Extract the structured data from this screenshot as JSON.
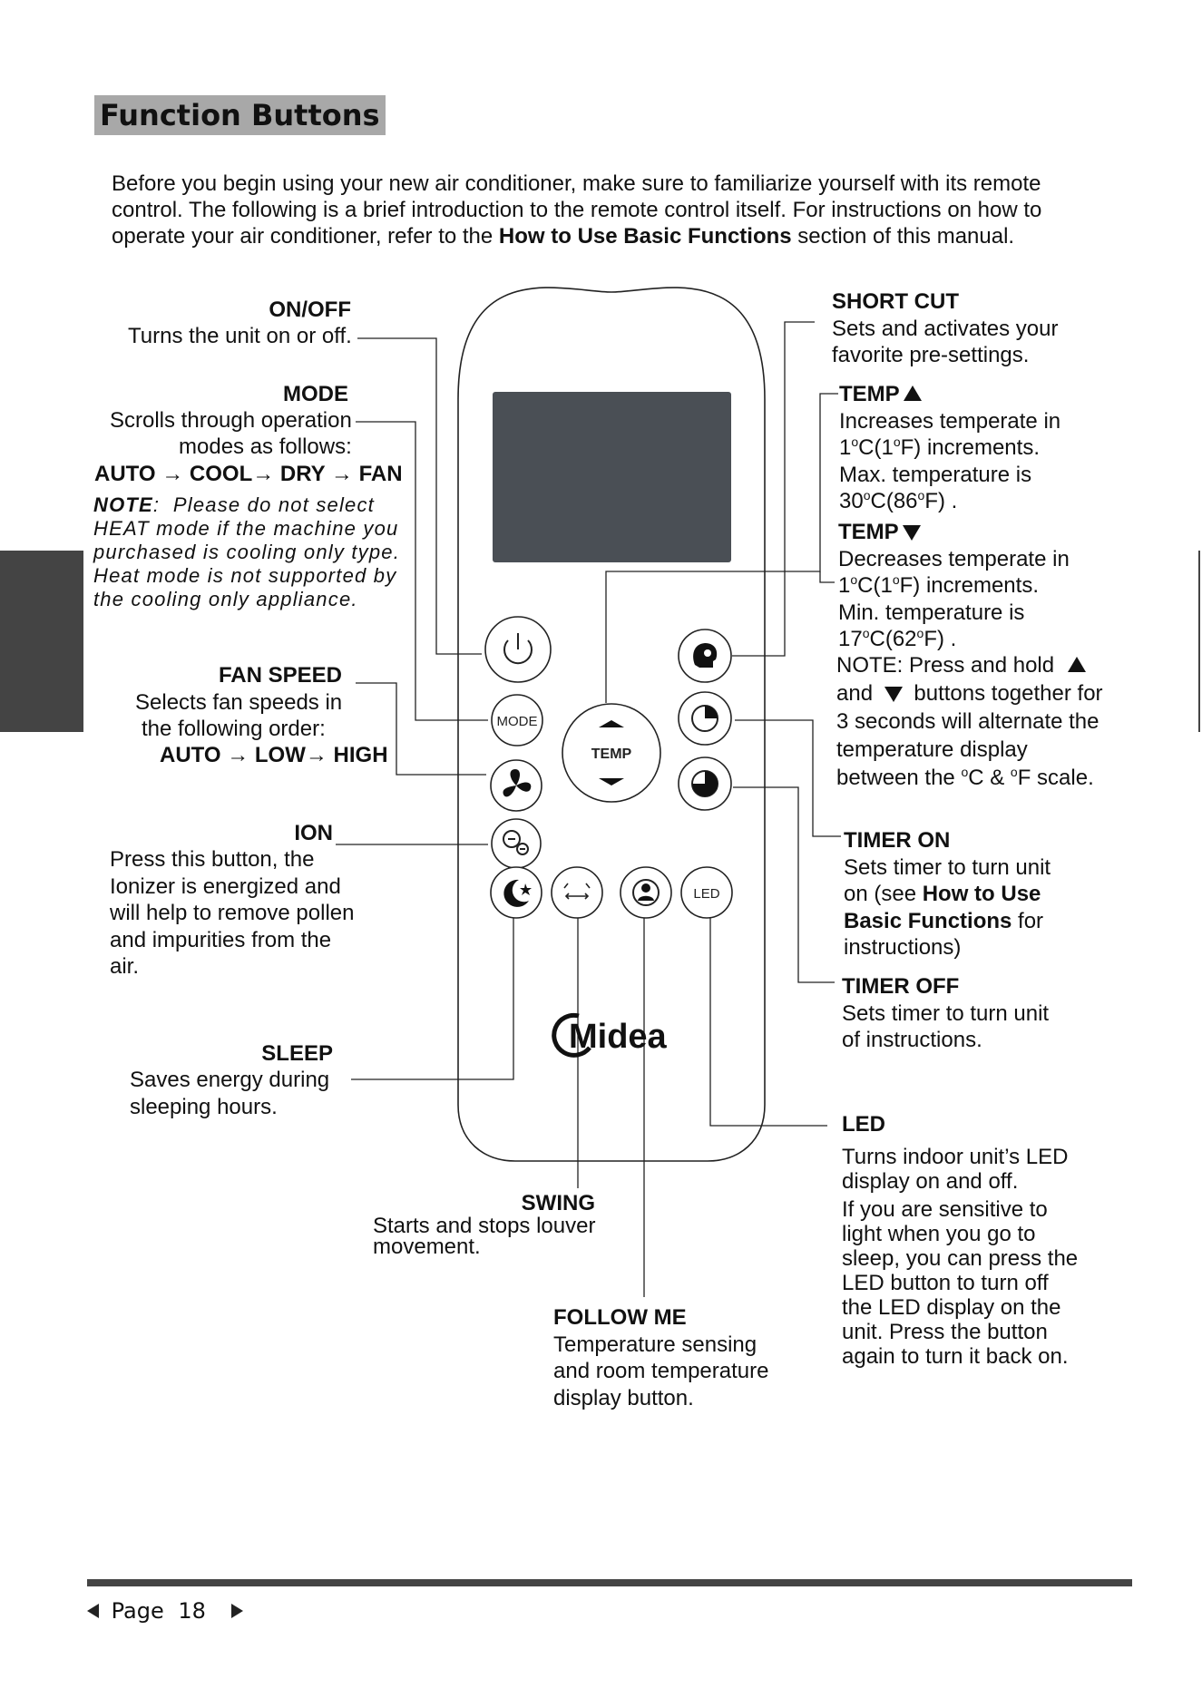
{
  "title": "Function Buttons",
  "intro": {
    "part1": "Before you begin using your new air conditioner, make sure to familiarize yourself with its remote control. The following is a brief introduction to the remote control itself. For instructions on how to operate your air conditioner, refer to the ",
    "bold": "How to Use Basic Functions",
    "part2": "  section of this manual."
  },
  "onoff": {
    "heading": "ON/OFF",
    "desc": "Turns the unit on or off."
  },
  "mode": {
    "heading": "MODE",
    "line1": "Scrolls through operation",
    "line2": "modes as follows:",
    "sequence": "AUTO → COOL→ DRY → FAN",
    "note_label": "NOTE",
    "note_line1": "Please do not select",
    "note_line2": "HEAT mode if the machine you",
    "note_line3": "purchased is cooling only type.",
    "note_line4": "Heat mode is not supported by",
    "note_line5": "the cooling only appliance."
  },
  "fan": {
    "heading": "FAN SPEED",
    "line1": "Selects fan speeds in",
    "line2": "the following order:",
    "sequence": "AUTO → LOW→ HIGH"
  },
  "ion": {
    "heading": "ION",
    "line1": "Press this button, the",
    "line2": "Ionizer is energized and",
    "line3": "will help to remove pollen",
    "line4": "and impurities from the",
    "line5": "air."
  },
  "sleep": {
    "heading": "SLEEP",
    "line1": "Saves energy during",
    "line2": "sleeping hours."
  },
  "swing": {
    "heading": "SWING",
    "line1": "Starts and stops louver",
    "line2": "movement."
  },
  "follow": {
    "heading": "FOLLOW ME",
    "line1": "Temperature sensing",
    "line2": "and room temperature",
    "line3": "display button."
  },
  "shortcut": {
    "heading": "SHORT CUT",
    "line1": "Sets and activates your",
    "line2": "favorite pre-settings."
  },
  "tempup": {
    "heading": "TEMP",
    "line1": "Increases temperate in",
    "line2": "C(1",
    "line2b": "F) increments.",
    "line3": "Max. temperature is",
    "line4": "C(86",
    "line4b": "F) .",
    "num1": "1",
    "num2": "30"
  },
  "tempdown": {
    "heading": "TEMP",
    "line1": "Decreases temperate in",
    "line2": "C(1",
    "line2b": "F) increments.",
    "line3": "Min. temperature is",
    "line4": "C(62",
    "line4b": "F) .",
    "num1": "1",
    "num2": "17"
  },
  "tempnote": {
    "line1a": "NOTE: Press and hold",
    "line2a": "and",
    "line2b": "buttons together for",
    "line3": "3 seconds will alternate the",
    "line4": "temperature display",
    "line5a": "between the ",
    "line5b": "C & ",
    "line5c": "F scale.",
    "deg": "o"
  },
  "timeron": {
    "heading": "TIMER ON",
    "line1": "Sets timer to turn unit",
    "line2a": "on (see ",
    "line2b": "How to Use",
    "line3a": "Basic Functions",
    "line3b": " for",
    "line4": "instructions)"
  },
  "timeroff": {
    "heading": "TIMER OFF",
    "line1": "Sets timer to turn unit",
    "line2": "of instructions."
  },
  "led": {
    "heading": "LED",
    "line1": "Turns indoor unit’s LED",
    "line2": "display on and off.",
    "line3": "If you are sensitive to",
    "line4": "light when you go to",
    "line5": "sleep, you can press the",
    "line6": "LED button to turn off",
    "line7": "the LED display on the",
    "line8": "unit. Press the button",
    "line9": "again to turn it back on."
  },
  "remote": {
    "mode_label": "MODE",
    "temp_label": "TEMP",
    "led_label": "LED",
    "brand": "Midea"
  },
  "footer": {
    "page_word": "Page",
    "page_num": "18"
  },
  "colors": {
    "title_bg": "#a8a8a8",
    "screen": "#4a4f55",
    "tab": "#444444"
  }
}
